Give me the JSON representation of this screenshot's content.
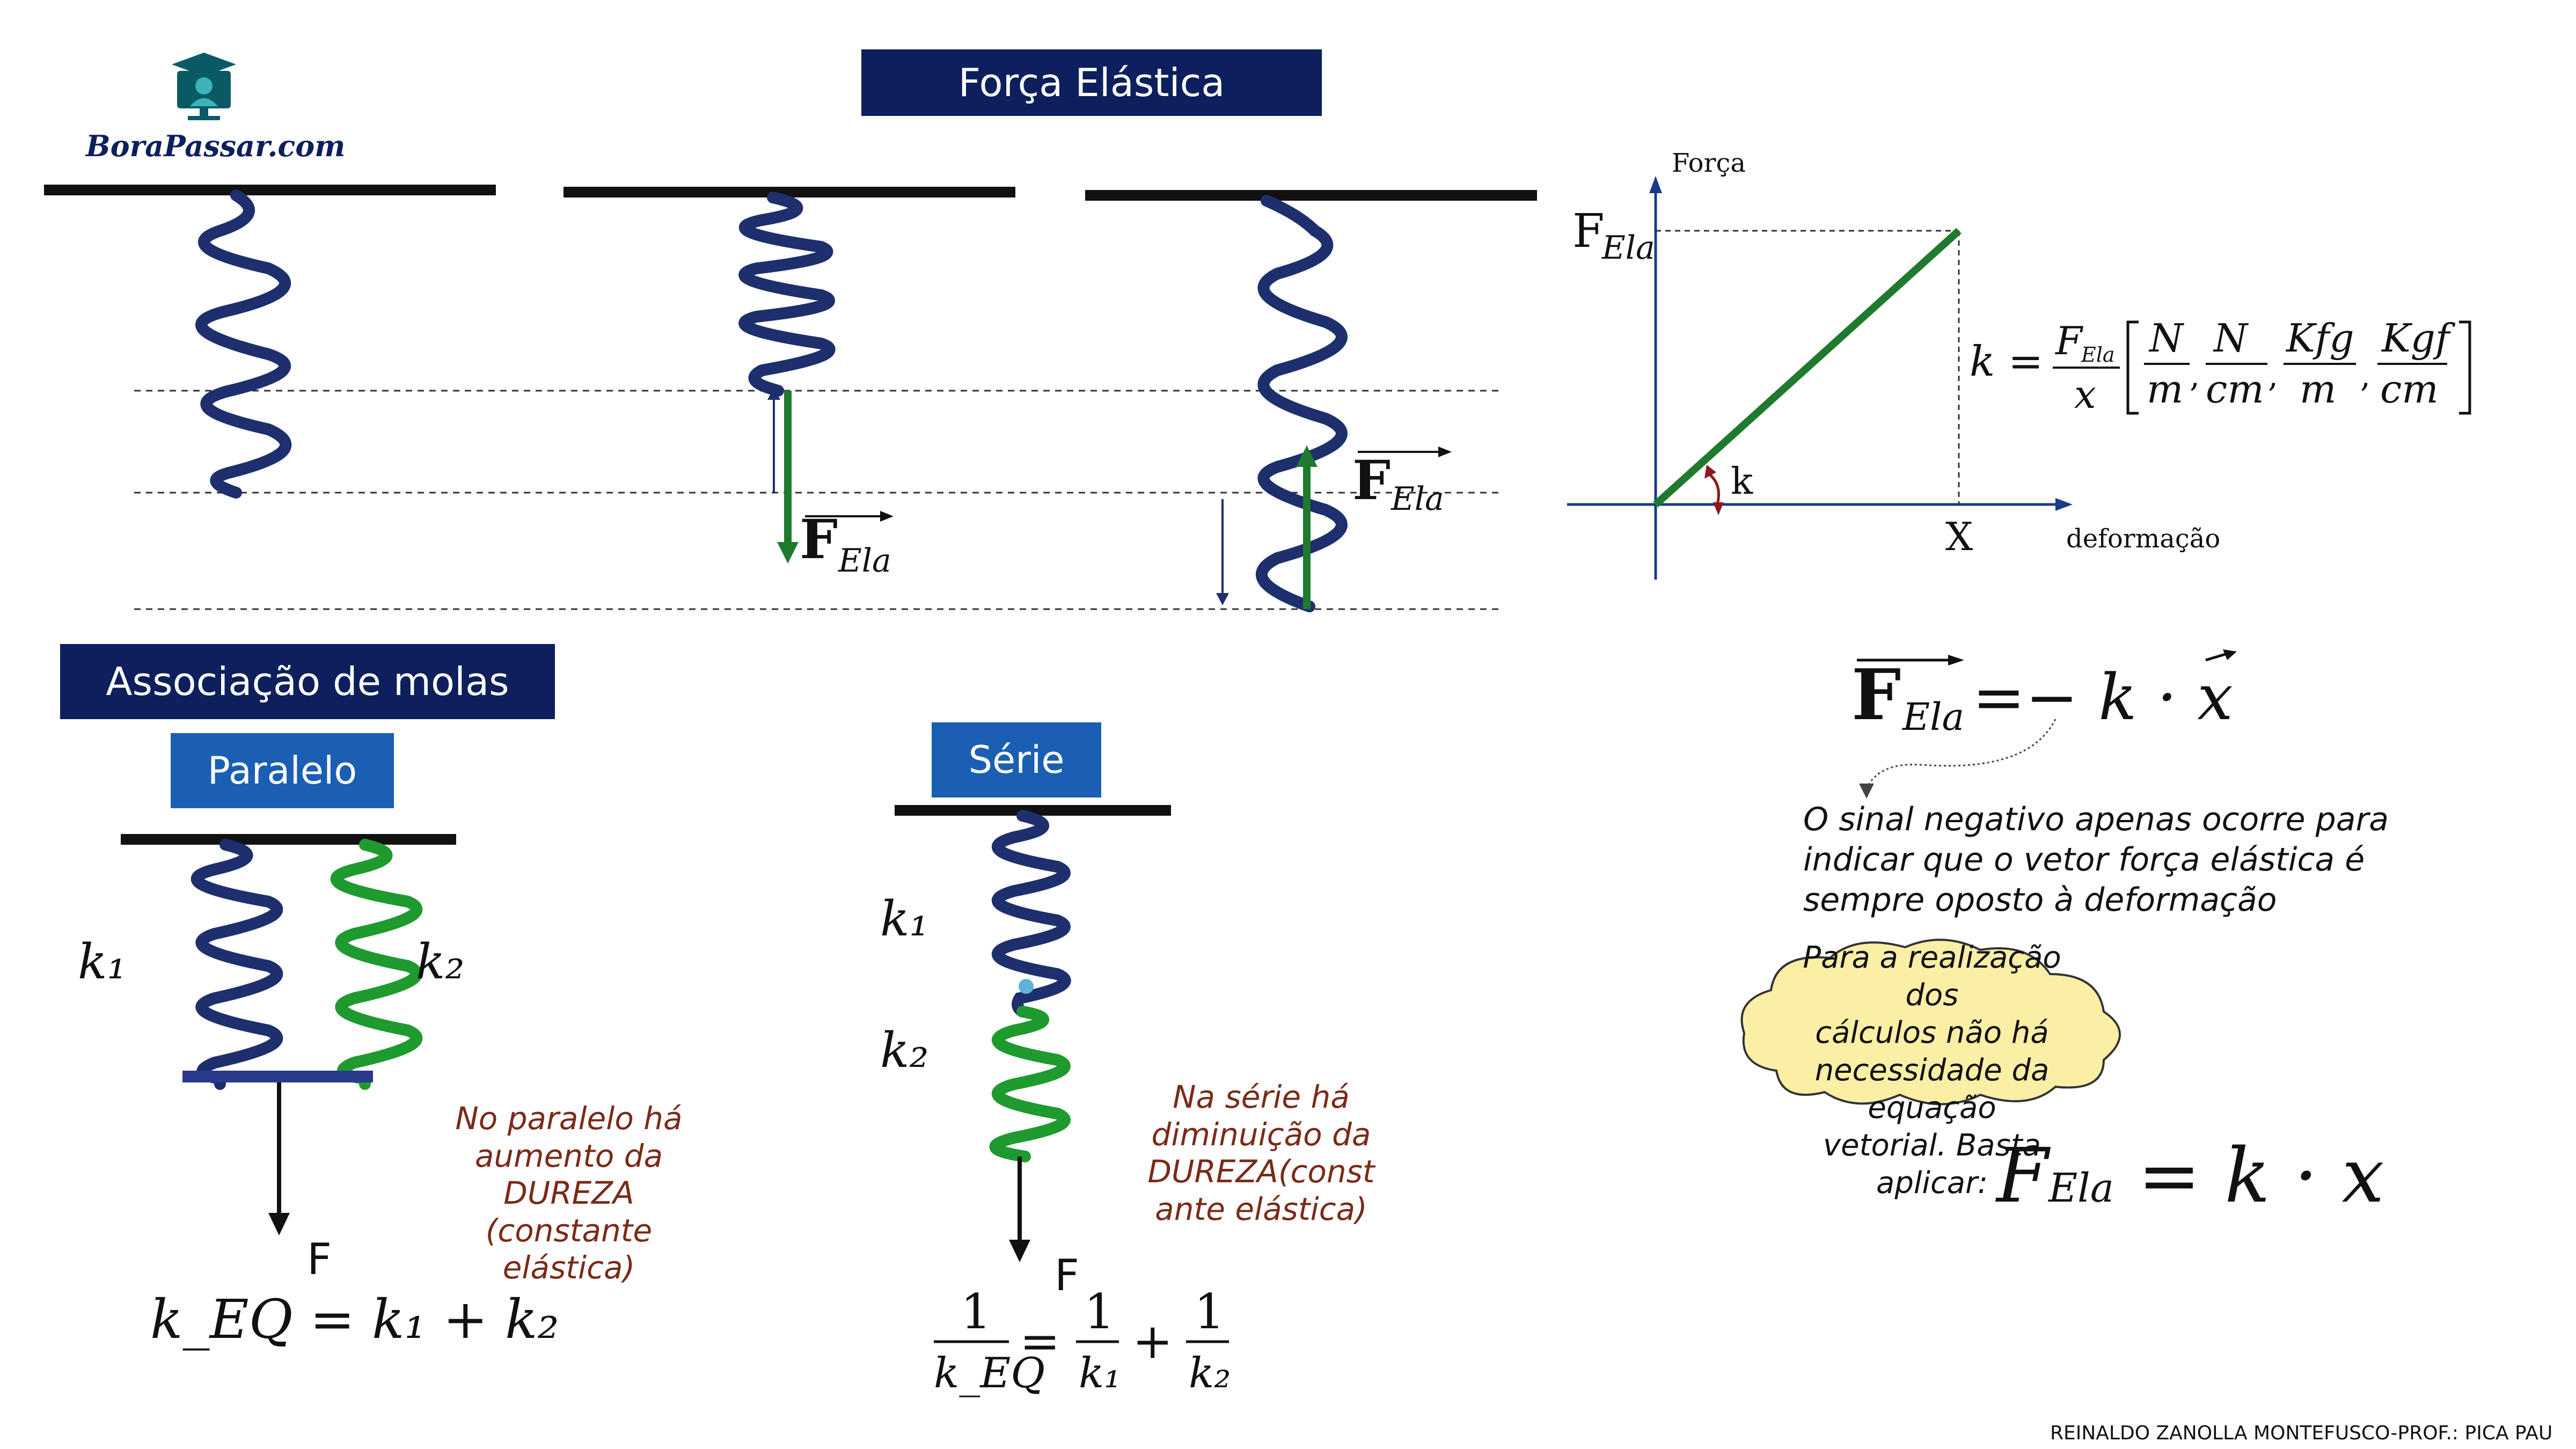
{
  "logo": {
    "text": "BoraPassar.com"
  },
  "title": "Força Elástica",
  "spring_labels": {
    "f_bold": "F",
    "f_sub": "Ela"
  },
  "graph": {
    "y_label": "Força",
    "x_label": "deformação",
    "f_label": "F",
    "f_sub": "Ela",
    "x_tick": "X",
    "slope": "k"
  },
  "k_formula": {
    "lhs": "k =",
    "num": "F",
    "num_sub": "Ela",
    "den": "x",
    "units": [
      {
        "num": "N",
        "den": "m"
      },
      {
        "num": "N",
        "den": "cm"
      },
      {
        "num": "Kfg",
        "den": "m"
      },
      {
        "num": "Kgf",
        "den": "cm"
      }
    ]
  },
  "vector_eq": {
    "F": "F",
    "sub": "Ela",
    "rhs": "=− k · x"
  },
  "notes": {
    "sign": [
      "O sinal negativo apenas ocorre para",
      "indicar que o vetor força elástica é",
      "sempre oposto à deformação"
    ],
    "cloud": [
      "Para a realização dos",
      "cálculos não há",
      "necessidade da equação",
      "vetorial. Basta aplicar:"
    ]
  },
  "scalar_eq": {
    "F": "F",
    "sub": "Ela",
    "rhs": "= k · x"
  },
  "association": {
    "heading": "Associação de molas",
    "parallel_label": "Paralelo",
    "series_label": "Série",
    "k1": "k₁",
    "k2": "k₂",
    "force": "F",
    "parallel_note": [
      "No paralelo há",
      "aumento da",
      "DUREZA",
      "(constante",
      "elástica)"
    ],
    "series_note": [
      "Na série há",
      "diminuição da",
      "DUREZA(const",
      "ante elástica)"
    ],
    "parallel_eq": "k_EQ = k₁ + k₂",
    "series_eq": {
      "lhs_num": "1",
      "lhs_den": "k_EQ",
      "t1_num": "1",
      "t1_den": "k₁",
      "t2_num": "1",
      "t2_den": "k₂"
    }
  },
  "footer": "REINALDO ZANOLLA MONTEFUSCO-PROF.: PICA PAU",
  "colors": {
    "navy": "#0d1f5c",
    "blue": "#1a5fb4",
    "spring": "#1e2f6e",
    "green": "#1f7a2e",
    "note": "#7a2a18",
    "cloud": "#fbefa6"
  }
}
